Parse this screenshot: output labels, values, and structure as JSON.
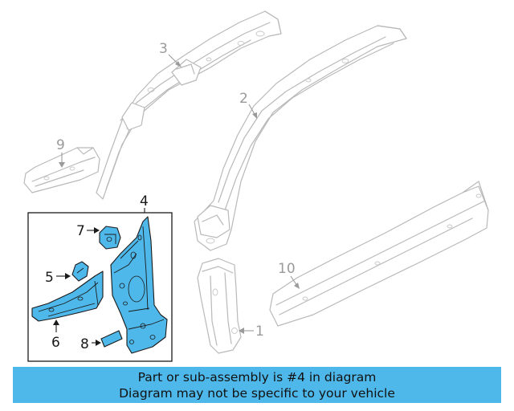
{
  "callouts": {
    "c1": "1",
    "c2": "2",
    "c3": "3",
    "c4": "4",
    "c5": "5",
    "c6": "6",
    "c7": "7",
    "c8": "8",
    "c9": "9",
    "c10": "10"
  },
  "highlight_color": "#4fb8ea",
  "banner": {
    "line1": "Part or sub-assembly is #4 in diagram",
    "line2": "Diagram may not be specific to your vehicle"
  }
}
